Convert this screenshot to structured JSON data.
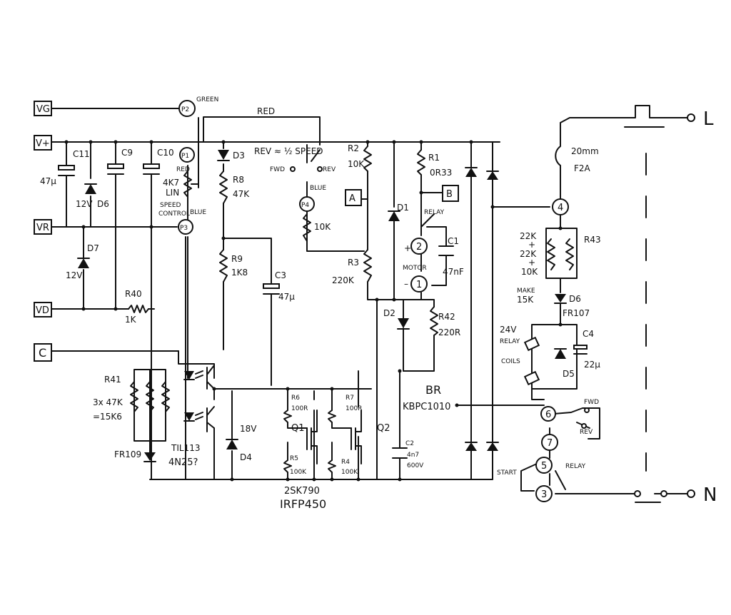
{
  "terminals": {
    "vg": "VG",
    "vplus": "V+",
    "vr": "VR",
    "vd": "VD",
    "c": "C",
    "a": "A",
    "b": "B"
  },
  "pots": {
    "p1": "P1",
    "p2": "P2",
    "p3": "P3",
    "p4": "P4"
  },
  "nodes": {
    "n1": "1",
    "n2": "2",
    "n3": "3",
    "n4": "4",
    "n5": "5",
    "n6": "6",
    "n7": "7"
  },
  "wires": {
    "green": "GREEN",
    "red_top": "RED",
    "red": "RED",
    "blue": "BLUE",
    "blue2": "BLUE"
  },
  "capacitors": {
    "c11": "C11",
    "c11_val": "47μ",
    "c9": "C9",
    "c10": "C10",
    "c3": "C3",
    "c3_val": "47μ",
    "c1": "C1",
    "c1_val": "47nF",
    "c2": "C2",
    "c2_v1": "4n7",
    "c2_v2": "600V",
    "c4": "C4",
    "c4_val": "22μ"
  },
  "diodes": {
    "d6a": "D6",
    "d6a_val": "12V",
    "d7": "D7",
    "d7_val": "12V",
    "d3": "D3",
    "d1": "D1",
    "d2": "D2",
    "d4": "D4",
    "d4_val": "18V",
    "d5": "D5",
    "d6b": "D6",
    "d6b_val": "FR107",
    "fr109": "FR109"
  },
  "resistors": {
    "r40": "R40",
    "r40_val": "1K",
    "r41": "R41",
    "r41_v1": "3x 47K",
    "r41_v2": "=15K6",
    "r8": "R8",
    "r8_val": "47K",
    "r9": "R9",
    "r9_val": "1K8",
    "r2": "R2",
    "r2_val": "10K",
    "r3": "R3",
    "r3_val": "220K",
    "p4_val": "10K",
    "r1": "R1",
    "r1_val": "0R33",
    "r42": "R42",
    "r42_val": "220R",
    "r6": "R6",
    "r6_val": "100R",
    "r7": "R7",
    "r7_val": "100R",
    "r5": "R5",
    "r5_val": "100K",
    "r4": "R4",
    "r4_val": "100K",
    "r43": "R43",
    "r43_n1": "22K",
    "r43_n2": "+",
    "r43_n3": "22K",
    "r43_n4": "+",
    "r43_n5": "10K",
    "r43_make1": "MAKE",
    "r43_make2": "15K"
  },
  "control": {
    "pot_4k7": "4K7",
    "pot_lin": "LIN",
    "speed": "SPEED",
    "control": "CONTROL",
    "rev_note": "REV ≈ ½ SPEED",
    "fwd": "FWD",
    "rev": "REV"
  },
  "devices": {
    "q1": "Q1",
    "q2": "Q2",
    "opto1": "TIL113",
    "opto2": "4N25?",
    "fet1": "2SK790",
    "fet2": "IRFP450",
    "br": "BR",
    "br_part": "KBPC1010"
  },
  "motor": {
    "relay": "RELAY",
    "motor": "MOTOR",
    "plus": "+",
    "minus": "–"
  },
  "fuse": {
    "size": "20mm",
    "rating": "F2A"
  },
  "relay_coil": {
    "l1": "24V",
    "l2": "RELAY",
    "l3": "COILS"
  },
  "switch6": {
    "fwd": "FWD",
    "rev": "REV"
  },
  "switch5": {
    "start": "START",
    "relay": "RELAY"
  },
  "mains": {
    "l": "L",
    "n": "N"
  }
}
